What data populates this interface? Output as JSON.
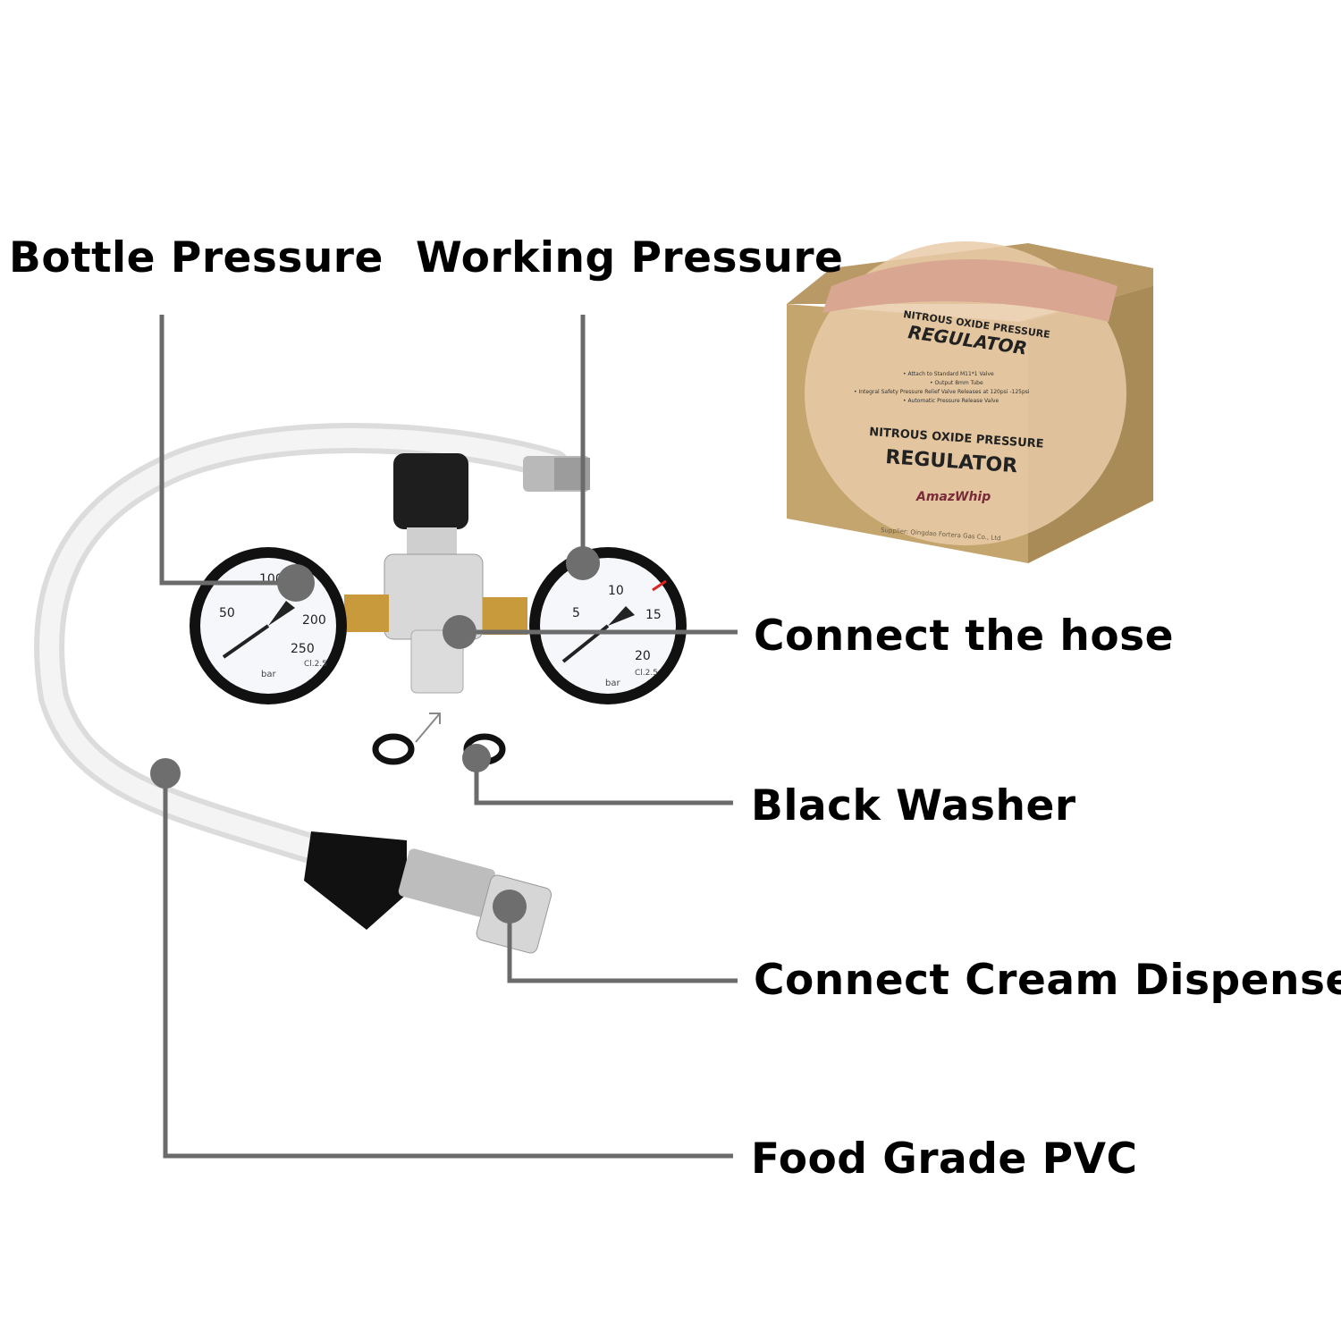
{
  "labels": {
    "bottle_pressure": "Bottle Pressure",
    "working_pressure": "Working Pressure",
    "connect_hose": "Connect the hose",
    "black_washer": "Black Washer",
    "connect_dispenser": "Connect Cream Dispenser",
    "food_grade_pvc": "Food Grade PVC"
  },
  "box": {
    "top_title_small": "NITROUS OXIDE PRESSURE",
    "top_title_big": "REGULATOR",
    "bullets": [
      "• Attach to Standard M11*1 Valve",
      "• Output 8mm Tube",
      "• Integral Safety Pressure Relief Valve Releases at 120psi -125psi",
      "• Automatic Pressure Release Valve"
    ],
    "front_title_small": "NITROUS OXIDE PRESSURE",
    "front_title_big": "REGULATOR",
    "brand": "AmazWhip",
    "supplier": "Supplier: Qingdao Fortera Gas Co., Ltd"
  },
  "left_gauge": {
    "ticks": [
      "50",
      "100",
      "200",
      "250"
    ],
    "unit": "bar",
    "class": "Cl.2.5"
  },
  "right_gauge": {
    "ticks": [
      "5",
      "10",
      "15",
      "20"
    ],
    "unit": "bar",
    "class": "Cl.2.5"
  },
  "colors": {
    "callout": "#6b6b6b",
    "box": "#c9aa70",
    "box_label": "#e8c9a8"
  }
}
